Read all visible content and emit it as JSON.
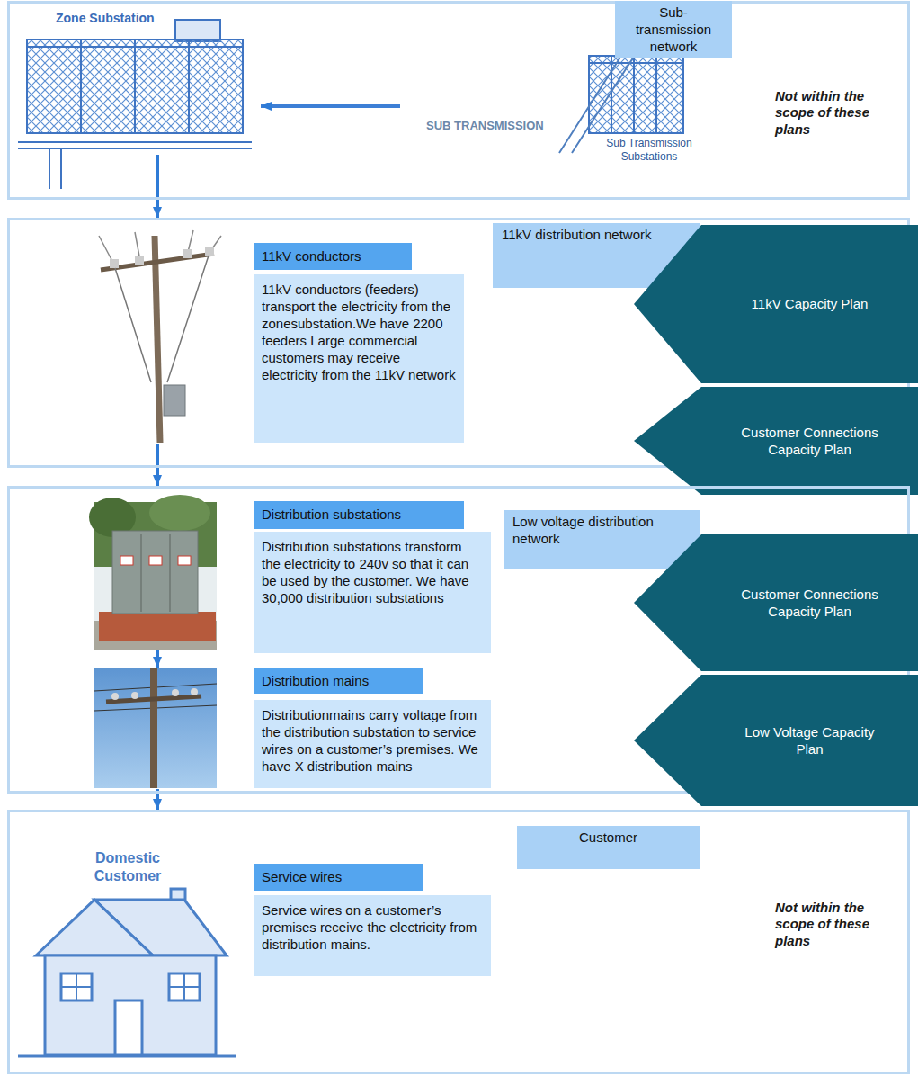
{
  "diagram": {
    "nodes": [
      {
        "text": [
          "Sub-transmission network"
        ]
      },
      {
        "text": [
          "11kV distribution network"
        ]
      },
      {
        "text": [
          "11kV conductors"
        ],
        "in": 1
      },
      {
        "text": [
          "11kV conductors (feeders) transport the electricity from the zonesubstation.We have 2200 feeders Large commercial customers may receive electricity from the 11kV network"
        ],
        "in": 1
      },
      {
        "text": [
          "11kV Capacity Plan"
        ]
      },
      {
        "text": [
          "Customer Connections Capacity Plan"
        ]
      },
      {
        "text": [
          "Low voltage distribution network"
        ]
      },
      {
        "text": [
          "Distribution substations"
        ],
        "in": 6
      },
      {
        "text": [
          "Distribution substations transform the electricity to 240v so that it can be used by the customer. We have 30,000 distribution substations"
        ],
        "in": 6
      },
      {
        "text": [
          "Distribution mains"
        ],
        "in": 6
      },
      {
        "text": [
          "Distributionmains carry voltage from the distribution substation to service wires on a customer’s premises. We have X distribution mains"
        ],
        "in": 6
      },
      {
        "text": [
          "Customer Connections Capacity Plan"
        ]
      },
      {
        "text": [
          "Low Voltage Capacity Plan"
        ]
      },
      {
        "text": [
          "Customer"
        ]
      },
      {
        "text": [
          "Service wires"
        ],
        "in": 13
      },
      {
        "text": [
          "Service wires on a customer’s premises receive the electricity from distribution mains."
        ],
        "in": 13
      }
    ],
    "edges": [
      {
        "from": 0,
        "to": 1,
        "arrow": "to"
      },
      {
        "from": 1,
        "to": 6,
        "arrow": "to"
      },
      {
        "from": 6,
        "to": 13,
        "arrow": "to"
      }
    ],
    "labels": [
      "Zone Substation",
      "SUB TRANSMISSION",
      "Sub Transmission Substations",
      "Not within the scope of these plans",
      "Domestic Customer",
      "Not within the scope of these plans"
    ]
  }
}
